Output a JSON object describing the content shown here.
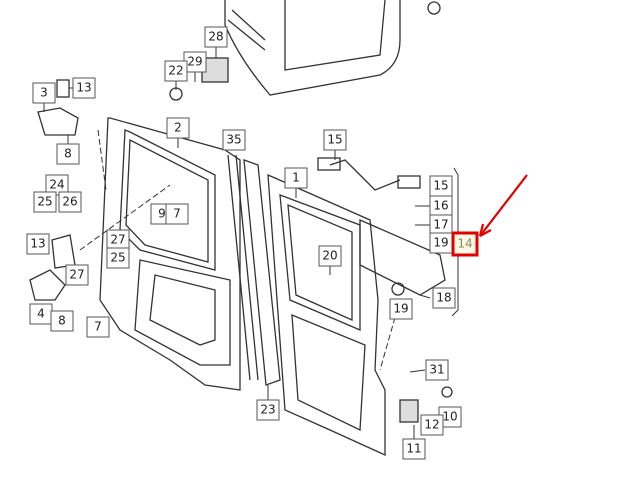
{
  "diagram": {
    "highlight_color": "#e00000",
    "callouts": [
      {
        "id": "c28",
        "label": "28"
      },
      {
        "id": "c29",
        "label": "29"
      },
      {
        "id": "c22",
        "label": "22"
      },
      {
        "id": "c3",
        "label": "3"
      },
      {
        "id": "c13a",
        "label": "13"
      },
      {
        "id": "c8a",
        "label": "8"
      },
      {
        "id": "c2",
        "label": "2"
      },
      {
        "id": "c35",
        "label": "35"
      },
      {
        "id": "c1",
        "label": "1"
      },
      {
        "id": "c15a",
        "label": "15"
      },
      {
        "id": "c24",
        "label": "24"
      },
      {
        "id": "c25a",
        "label": "25"
      },
      {
        "id": "c26",
        "label": "26"
      },
      {
        "id": "c9",
        "label": "9"
      },
      {
        "id": "c7a",
        "label": "7"
      },
      {
        "id": "c13b",
        "label": "13"
      },
      {
        "id": "c27a",
        "label": "27"
      },
      {
        "id": "c25b",
        "label": "25"
      },
      {
        "id": "c27b",
        "label": "27"
      },
      {
        "id": "c20",
        "label": "20"
      },
      {
        "id": "c15b",
        "label": "15"
      },
      {
        "id": "c16",
        "label": "16"
      },
      {
        "id": "c17",
        "label": "17"
      },
      {
        "id": "c19a",
        "label": "19"
      },
      {
        "id": "c14",
        "label": "14",
        "highlighted": true
      },
      {
        "id": "c18",
        "label": "18"
      },
      {
        "id": "c19b",
        "label": "19"
      },
      {
        "id": "c4",
        "label": "4"
      },
      {
        "id": "c8b",
        "label": "8"
      },
      {
        "id": "c7b",
        "label": "7"
      },
      {
        "id": "c31",
        "label": "31"
      },
      {
        "id": "c23",
        "label": "23"
      },
      {
        "id": "c10",
        "label": "10"
      },
      {
        "id": "c12",
        "label": "12"
      },
      {
        "id": "c11",
        "label": "11"
      }
    ]
  }
}
